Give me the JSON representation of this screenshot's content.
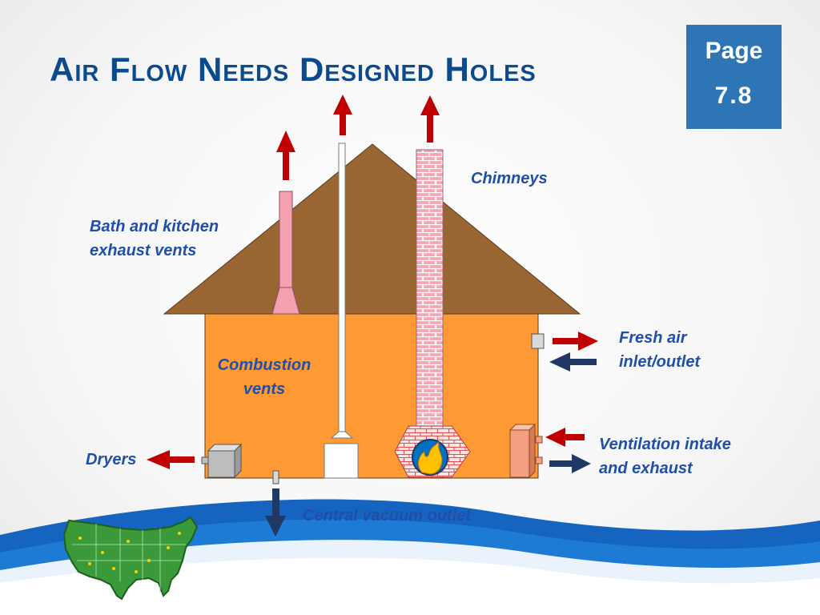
{
  "slide": {
    "title": "Air Flow Needs Designed Holes",
    "page_badge": {
      "label": "Page",
      "number": "7.8"
    }
  },
  "labels": {
    "chimneys": "Chimneys",
    "bath_kitchen": [
      "Bath and kitchen",
      "exhaust vents"
    ],
    "combustion": [
      "Combustion",
      "vents"
    ],
    "fresh_air": [
      "Fresh air",
      "inlet/outlet"
    ],
    "ventilation": [
      "Ventilation intake",
      "and exhaust"
    ],
    "dryers": "Dryers",
    "central_vacuum": "Central vacuum outlet"
  },
  "colors": {
    "title": "#0b4a8c",
    "label_text": "#1f4fa8",
    "roof": "#996633",
    "house_wall": "#ff9933",
    "badge": "#2e75b6",
    "arrow_out": "#c00000",
    "arrow_in": "#1f3864",
    "bath_vent": "#f4a0b0",
    "chimney_brick": "#f4a6b4",
    "fire": "#ffc000",
    "firebox_bg": "#0070c0",
    "map_green": "#3a9a3a"
  },
  "icons": [
    "up-arrow-icon",
    "left-arrow-icon",
    "right-arrow-icon",
    "down-arrow-icon",
    "flame-icon",
    "us-map-icon"
  ]
}
